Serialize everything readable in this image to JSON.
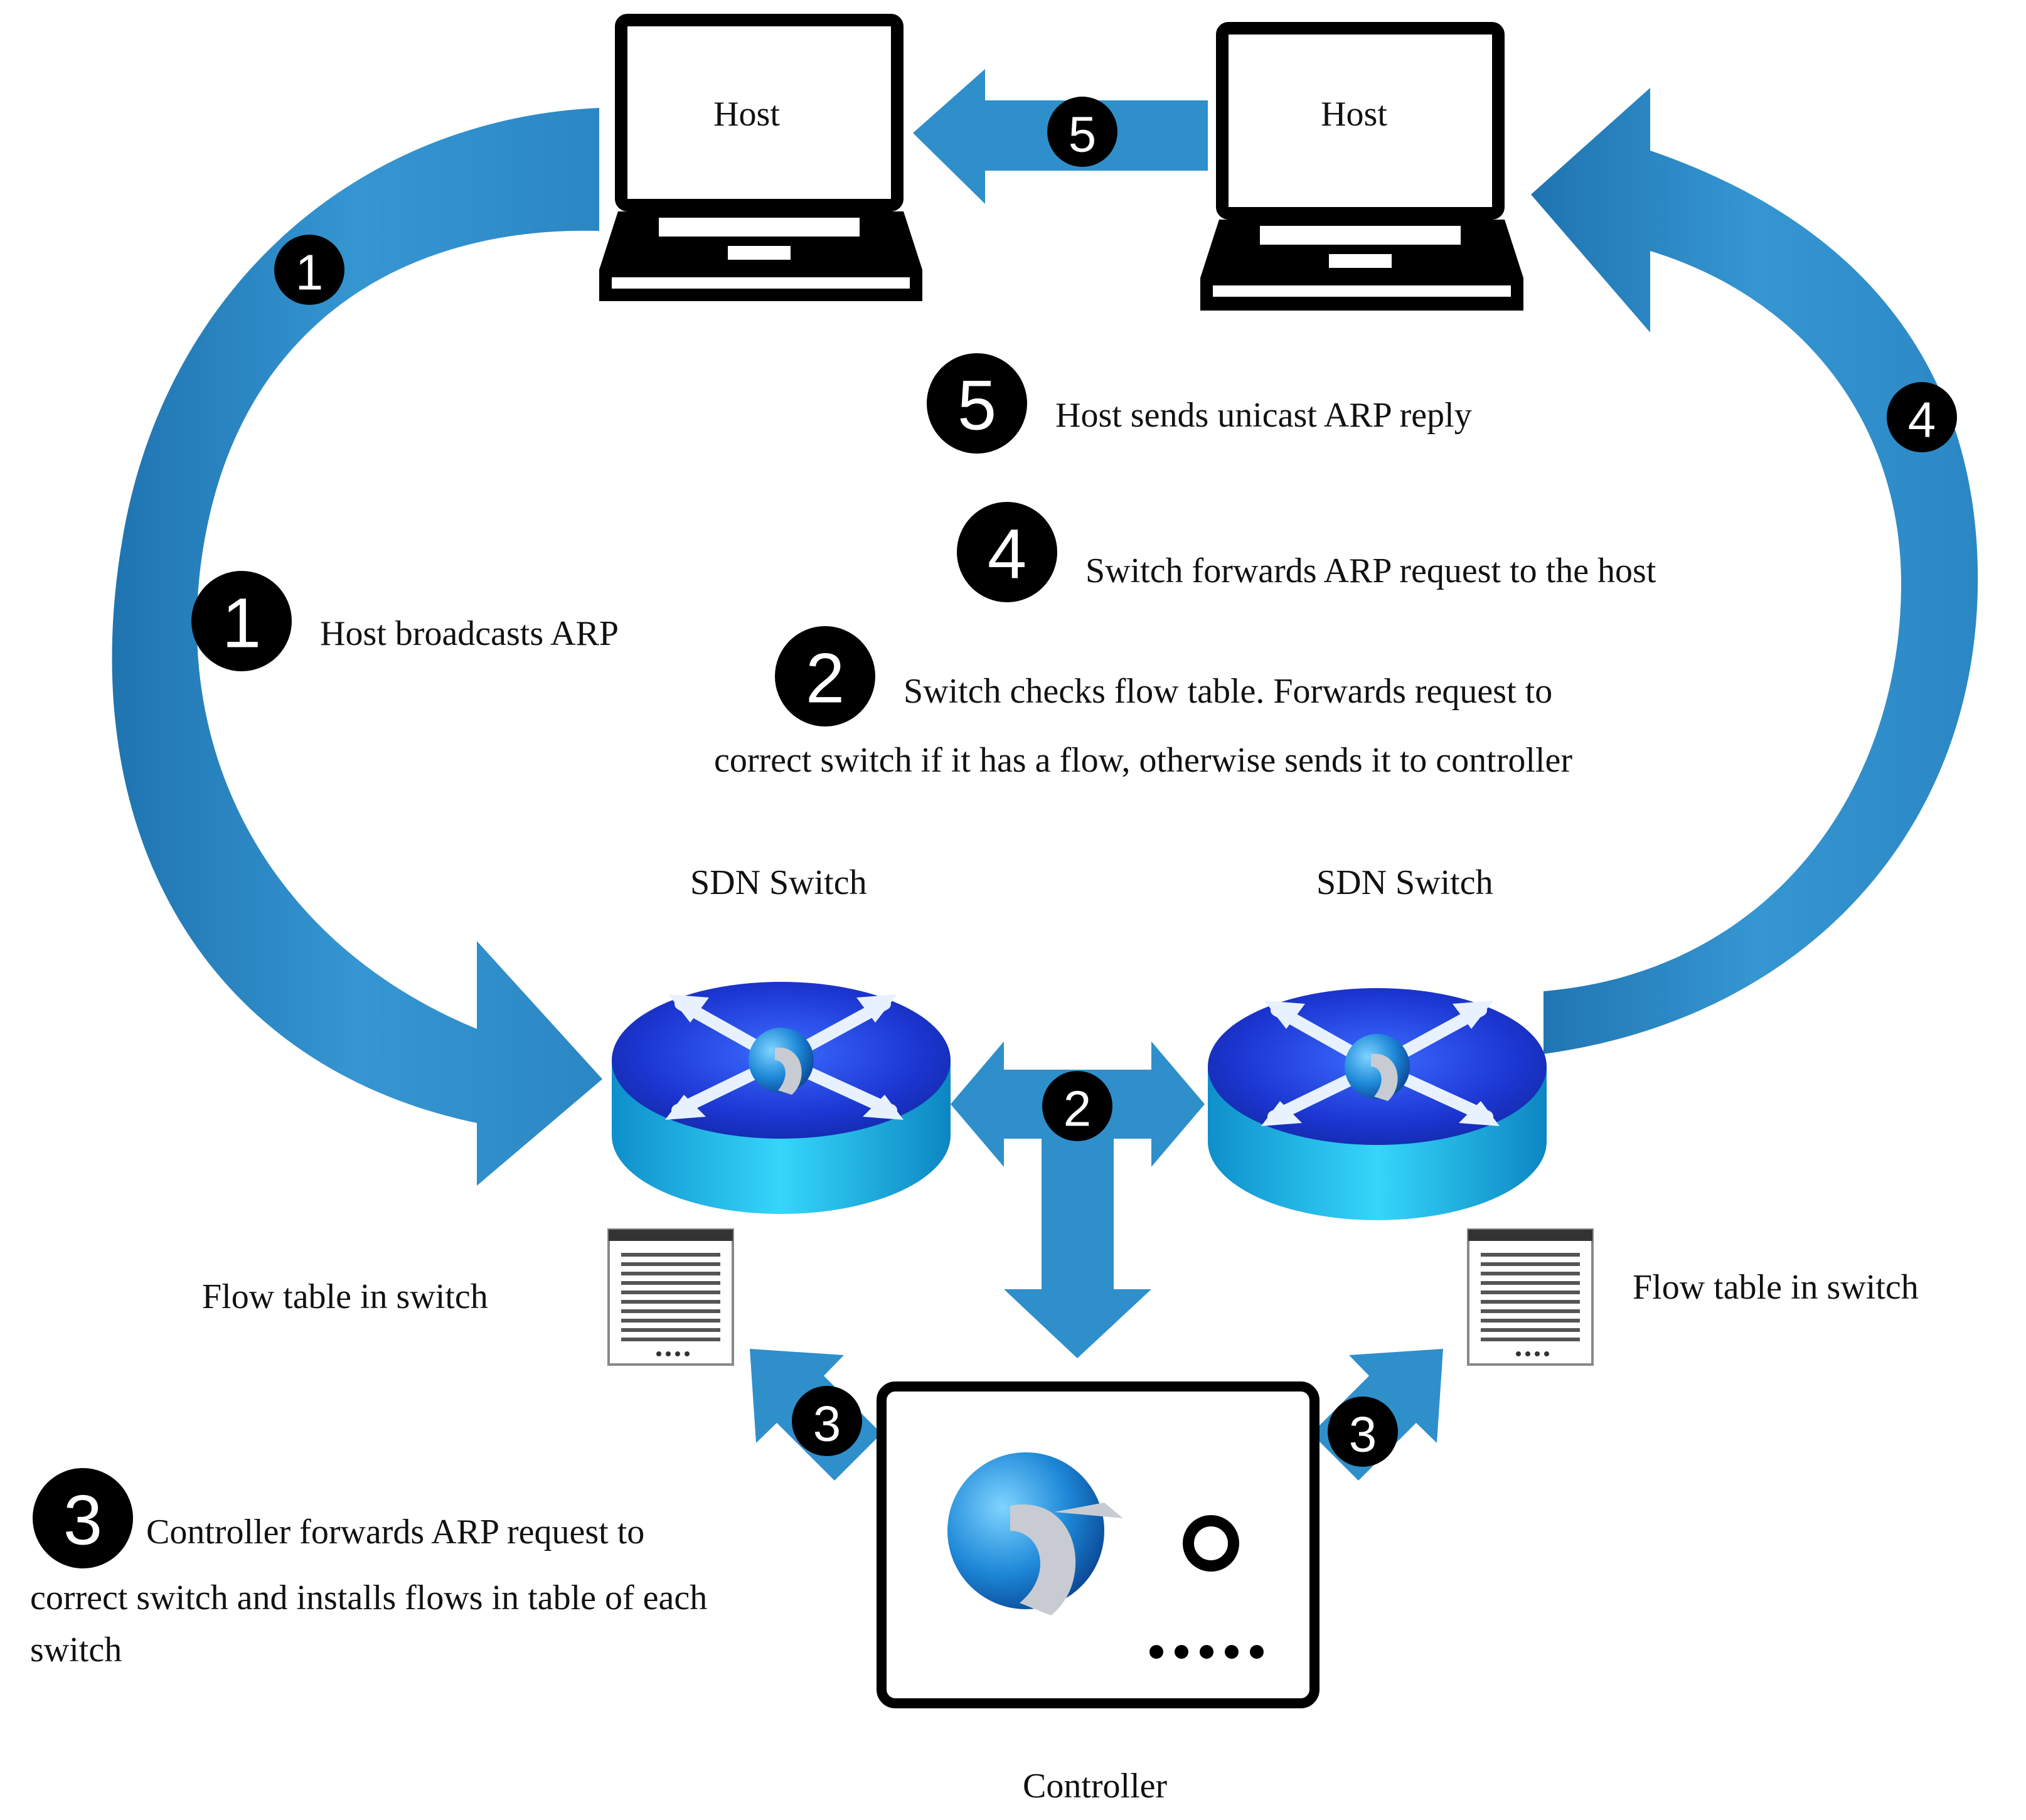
{
  "hosts": {
    "left_label": "Host",
    "right_label": "Host"
  },
  "switches": {
    "left_label": "SDN Switch",
    "right_label": "SDN Switch"
  },
  "flow_tables": {
    "left_label": "Flow table in switch",
    "right_label": "Flow table in switch"
  },
  "controller": {
    "label": "Controller"
  },
  "arrow_badges": {
    "host1_to_switch": "1",
    "switch_to_switch": "2",
    "controller_to_left_table": "3",
    "controller_to_right_table": "3",
    "switch_to_host2": "4",
    "host2_to_host1": "5"
  },
  "steps": [
    {
      "number": "1",
      "lines": [
        "Host broadcasts ARP"
      ]
    },
    {
      "number": "2",
      "lines": [
        "Switch checks flow table. Forwards request to",
        "correct switch if it has a flow, otherwise sends it to controller"
      ]
    },
    {
      "number": "3",
      "lines": [
        "Controller forwards ARP request to",
        "correct switch and installs flows in table of each",
        "switch"
      ]
    },
    {
      "number": "4",
      "lines": [
        "Switch forwards ARP request to the host"
      ]
    },
    {
      "number": "5",
      "lines": [
        "Host sends unicast ARP reply"
      ]
    }
  ],
  "colors": {
    "arrow_blue": "#2F8FCB",
    "arrow_dark": "#1E6FA8",
    "switch_top": "#1C3FD8",
    "switch_side": "#22B8E8",
    "badge": "#000000"
  }
}
